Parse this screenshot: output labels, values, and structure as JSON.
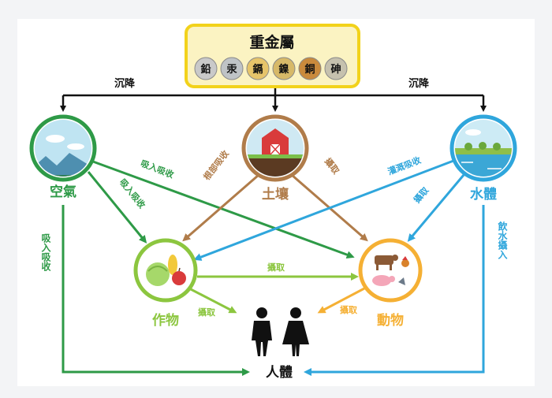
{
  "title": "重金屬",
  "metals": [
    "鉛",
    "汞",
    "鎘",
    "鎳",
    "銅",
    "砷"
  ],
  "nodes": {
    "air": "空氣",
    "soil": "土壤",
    "water": "水體",
    "crops": "作物",
    "animals": "動物",
    "human": "人體"
  },
  "edges": {
    "deposit_left": "沉降",
    "deposit_right": "沉降",
    "air_to_animals": "吸入吸收",
    "air_to_crops": "吸入吸收",
    "soil_to_crops": "根部吸收",
    "soil_to_animals": "攝取",
    "water_to_crops": "灌溉吸收",
    "water_to_animals": "攝取",
    "crops_to_animals": "攝取",
    "crops_to_human": "攝取",
    "animals_to_human": "攝取",
    "air_to_human": "吸入吸收",
    "water_to_human": "飲水攝入"
  },
  "colors": {
    "title_border": "#f2d21b",
    "title_fill": "#fbf3c2",
    "black": "#111111",
    "air": "#2e9a47",
    "soil": "#b07c4a",
    "water": "#2fa6dc",
    "crops": "#8cc63f",
    "animals": "#f5b034",
    "background": "#ffffff",
    "page": "#f3f4f6"
  },
  "metal_colors": [
    "#c9c9c9",
    "#bfc3c6",
    "#e6c46a",
    "#d7b968",
    "#c98a3c",
    "#c6c1ae"
  ]
}
